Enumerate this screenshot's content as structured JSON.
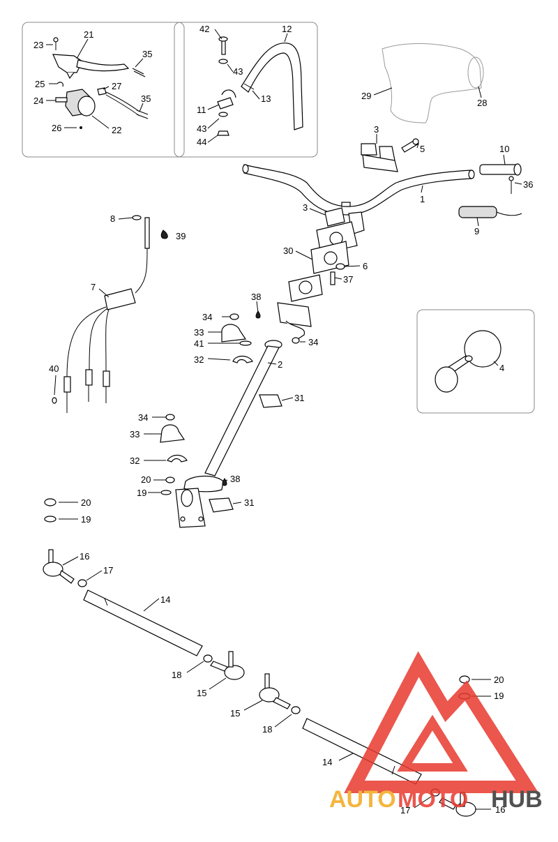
{
  "callouts": {
    "c1": "1",
    "c2": "2",
    "c3a": "3",
    "c3b": "3",
    "c4": "4",
    "c5": "5",
    "c6": "6",
    "c7": "7",
    "c8": "8",
    "c9": "9",
    "c10": "10",
    "c11": "11",
    "c12": "12",
    "c13": "13",
    "c14a": "14",
    "c14b": "14",
    "c15a": "15",
    "c15b": "15",
    "c16a": "16",
    "c16b": "16",
    "c17a": "17",
    "c17b": "17",
    "c18a": "18",
    "c18b": "18",
    "c19a": "19",
    "c19b": "19",
    "c19c": "19",
    "c20a": "20",
    "c20b": "20",
    "c20c": "20",
    "c21": "21",
    "c22": "22",
    "c23": "23",
    "c24": "24",
    "c25": "25",
    "c26": "26",
    "c27": "27",
    "c28": "28",
    "c29": "29",
    "c30": "30",
    "c31a": "31",
    "c31b": "31",
    "c32a": "32",
    "c32b": "32",
    "c33a": "33",
    "c33b": "33",
    "c34a": "34",
    "c34b": "34",
    "c34c": "34",
    "c35a": "35",
    "c35b": "35",
    "c36": "36",
    "c37": "37",
    "c38a": "38",
    "c38b": "38",
    "c39": "39",
    "c40": "40",
    "c41": "41",
    "c42": "42",
    "c43a": "43",
    "c43b": "43",
    "c44": "44"
  },
  "watermark": {
    "part1": "AUTO",
    "part2": "MOTO",
    "part3": "HUB",
    "color_primary": "#e8392f",
    "color_secondary": "#f3a91e"
  }
}
